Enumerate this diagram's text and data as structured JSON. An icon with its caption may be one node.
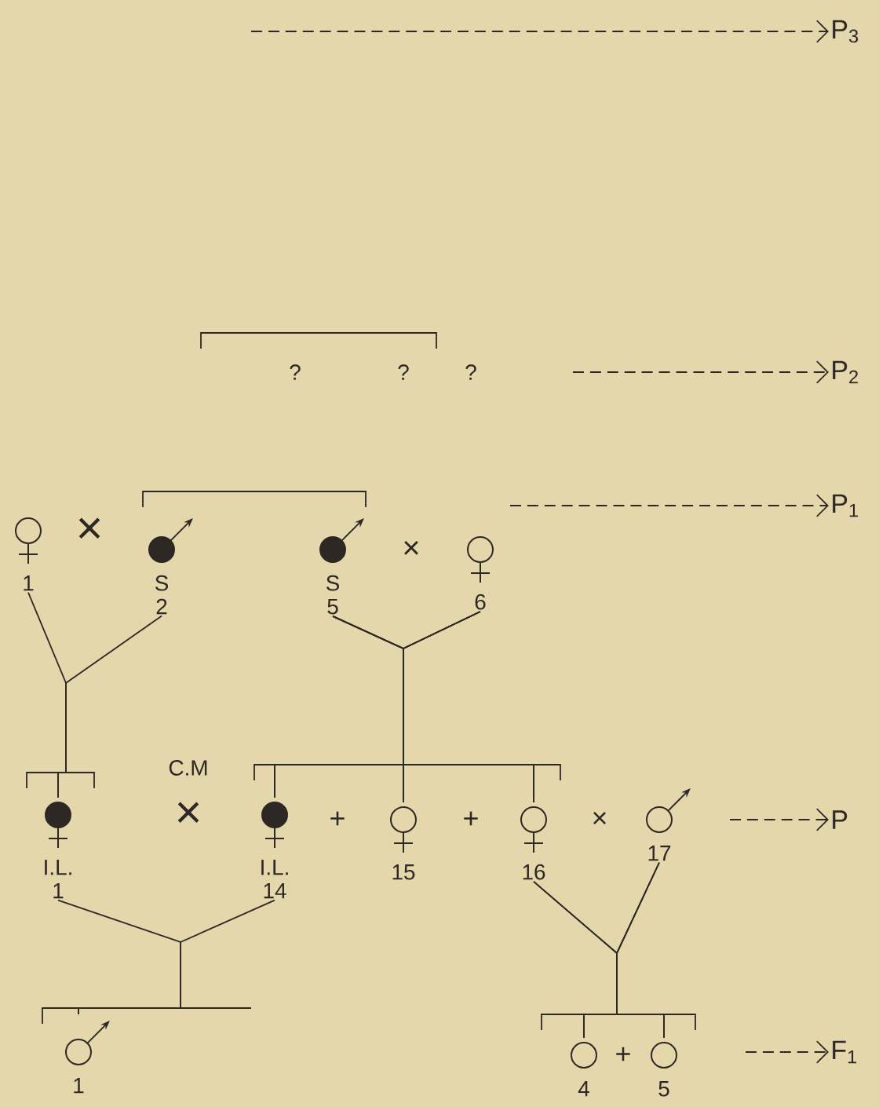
{
  "diagram": {
    "nodes": [
      {
        "text": [
          "P$_{3}$"
        ]
      },
      {
        "text": [
          "P$_{2}$"
        ]
      },
      {
        "text": [
          "1"
        ]
      },
      {
        "text": [
          "S 2"
        ]
      },
      {
        "text": [
          "S 5"
        ]
      },
      {
        "text": [
          "6"
        ]
      },
      {
        "text": [
          "P$_{1}$"
        ]
      },
      {
        "text": [
          "I.L. 1"
        ]
      },
      {
        "text": [
          "I.L. 14"
        ]
      },
      {
        "text": [
          "15"
        ]
      },
      {
        "text": [
          "16"
        ]
      },
      {
        "text": [
          "17"
        ]
      },
      {
        "text": [
          "P"
        ]
      },
      {
        "text": [
          "1"
        ]
      },
      {
        "text": [
          "4"
        ]
      },
      {
        "text": [
          "5"
        ]
      },
      {
        "text": [
          "F$_{1}$"
        ]
      }
    ],
    "edges": [
      {
        "from": 2,
        "to": 7,
        "arrow": "none"
      },
      {
        "from": 3,
        "to": 7,
        "arrow": "none"
      },
      {
        "from": 4,
        "to": 8,
        "arrow": "none"
      },
      {
        "from": 4,
        "to": 9,
        "arrow": "none"
      },
      {
        "from": 4,
        "to": 10,
        "arrow": "none"
      },
      {
        "from": 5,
        "to": 8,
        "arrow": "none"
      },
      {
        "from": 5,
        "to": 9,
        "arrow": "none"
      },
      {
        "from": 5,
        "to": 10,
        "arrow": "none"
      },
      {
        "from": 7,
        "to": 13,
        "arrow": "none"
      },
      {
        "from": 8,
        "to": 13,
        "arrow": "none"
      },
      {
        "from": 10,
        "to": 14,
        "arrow": "none"
      },
      {
        "from": 10,
        "to": 15,
        "arrow": "none"
      },
      {
        "from": 11,
        "to": 14,
        "arrow": "none"
      },
      {
        "from": 11,
        "to": 15,
        "arrow": "none"
      },
      {
        "from": null,
        "to": 0,
        "arrow": "to",
        "style": "dashed"
      },
      {
        "from": null,
        "to": 1,
        "arrow": "to",
        "style": "dashed"
      },
      {
        "from": null,
        "to": 6,
        "arrow": "to",
        "style": "dashed"
      },
      {
        "from": null,
        "to": 12,
        "arrow": "to",
        "style": "dashed"
      },
      {
        "from": null,
        "to": 16,
        "arrow": "to",
        "style": "dashed"
      }
    ],
    "labels": [
      "?",
      "?",
      "?",
      "×",
      "×",
      "C.M",
      "×",
      "+",
      "+",
      "×",
      "+"
    ]
  }
}
